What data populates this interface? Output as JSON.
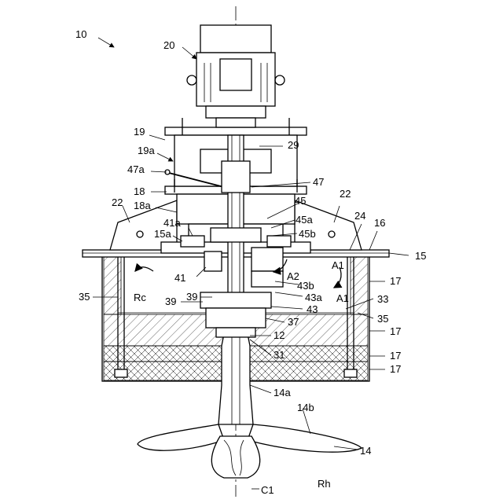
{
  "figure": {
    "reference_labels": {
      "device": "10",
      "motor": "20",
      "upper_frame": "19",
      "upper_frame_sub": "19a",
      "lever": "47a",
      "lower_frame": "18",
      "lower_frame_sub": "18a",
      "bracket_left": "22",
      "bracket_right": "22",
      "arm": "41a",
      "plate_sub": "15a",
      "coupling": "29",
      "lever_part": "47",
      "hub": "45",
      "hub_sub_a": "45a",
      "hub_sub_b": "45b",
      "part_24": "24",
      "part_16": "16",
      "base_plate": "15",
      "part_41": "41",
      "arrow_a2": "A2",
      "arrow_a1_upper": "A1",
      "arrow_a1_lower": "A1",
      "part_43b": "43b",
      "part_43a": "43a",
      "part_43": "43",
      "wall_17_a": "17",
      "wall_17_b": "17",
      "wall_17_c": "17",
      "wall_17_d": "17",
      "part_33": "33",
      "part_35_right": "35",
      "part_35_left": "35",
      "rc": "Rc",
      "part_39_a": "39",
      "part_39_b": "39",
      "part_37": "37",
      "part_12": "12",
      "part_31": "31",
      "shaft": "14a",
      "blade_tip": "14b",
      "impeller": "14",
      "axis": "C1",
      "rh": "Rh"
    }
  }
}
